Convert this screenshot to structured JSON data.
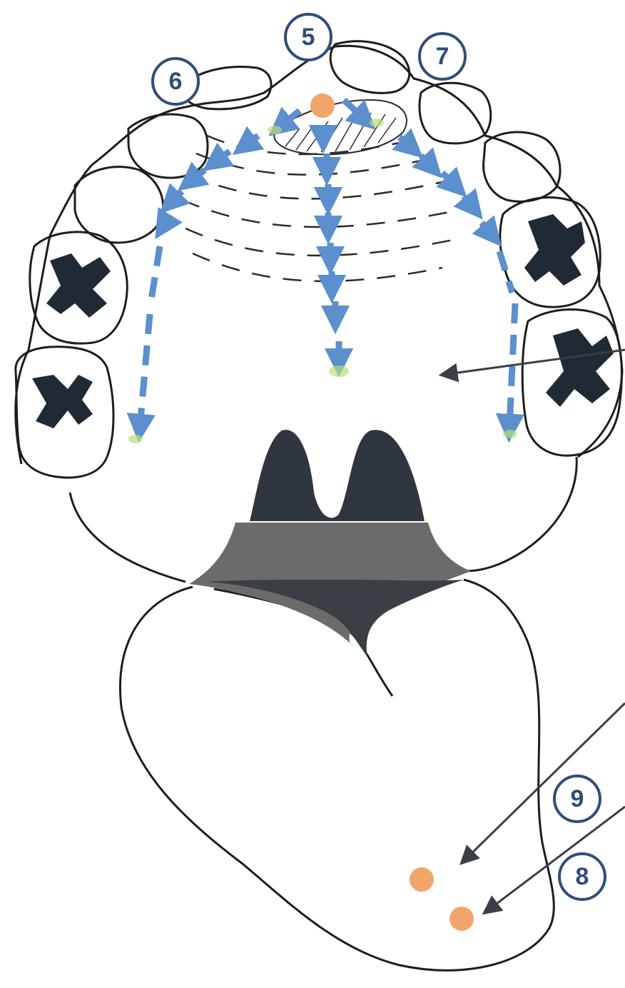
{
  "markers": {
    "m5": "5",
    "m6": "6",
    "m7": "7",
    "m8": "8",
    "m9": "9"
  },
  "colors": {
    "outline": "#1d1d1d",
    "arrow": "#5b8fcd",
    "arrow_tip_glow": "#b9e07a",
    "point": "#f2a56a",
    "shading_dark": "#333a42",
    "shading_mid": "#6d6d6d",
    "marker": "#2f4e79",
    "pointer_line": "#3a3f46"
  }
}
